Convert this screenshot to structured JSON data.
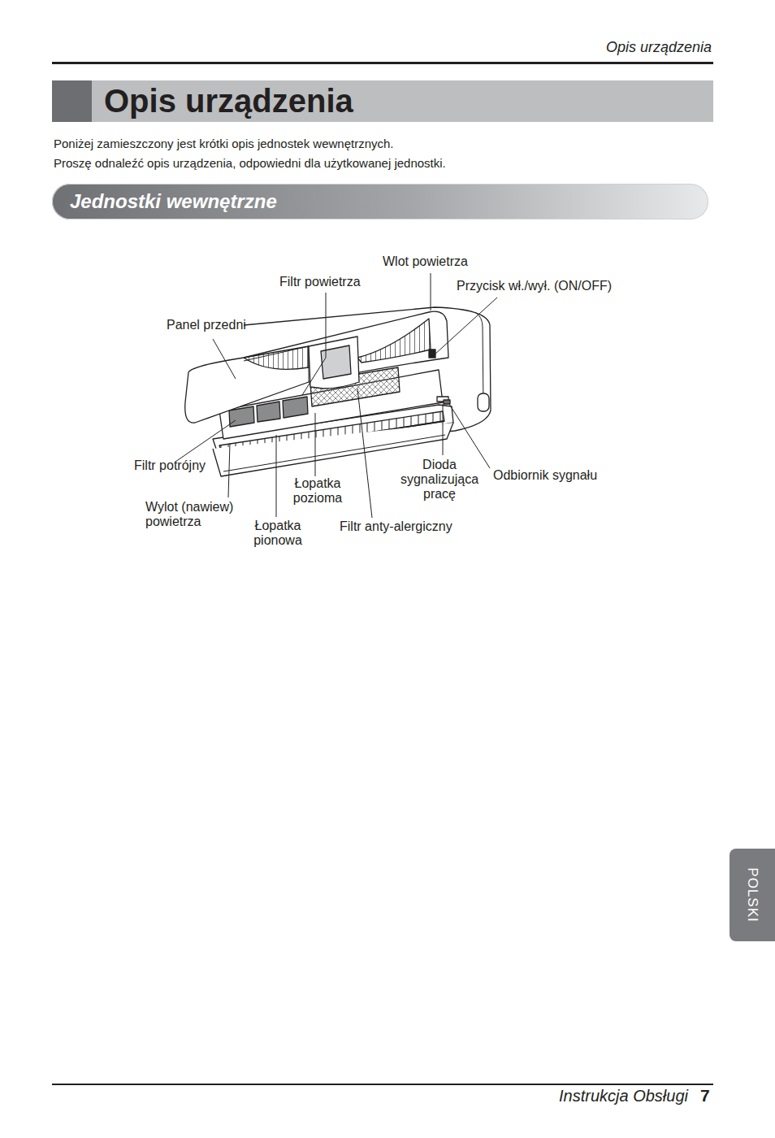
{
  "diagram": {
    "title": "Opis urządzenia",
    "nodes": [
      {
        "text": [
          "Jednostki wewnętrzne"
        ]
      },
      {
        "text": [
          "POLSKI"
        ]
      }
    ],
    "labels": [
      "Opis urządzenia",
      "Poniżej zamieszczony jest krótki opis jednostek wewnętrznych.",
      "Proszę odnaleźć opis urządzenia, odpowiedni dla  użytkowanej jednostki.",
      "Wlot powietrza",
      "Filtr powietrza",
      "Przycisk wł./wył. (ON/OFF)",
      "Panel przedni",
      "Filtr potrójny",
      "Dioda sygnalizująca pracę",
      "Odbiornik sygnału",
      "Łopatka pozioma",
      "Wylot (nawiew) powietrza",
      "Łopatka pionowa",
      "Filtr anty-alergiczny",
      "Instrukcja Obsługi",
      "7"
    ]
  }
}
